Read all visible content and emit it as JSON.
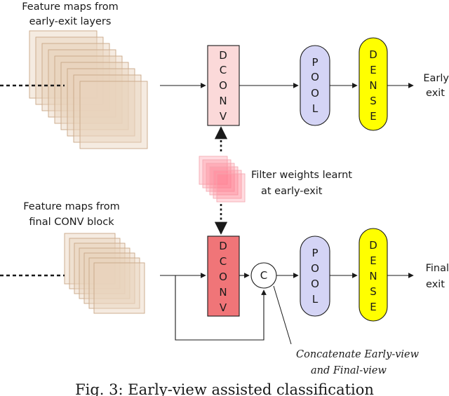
{
  "labels": {
    "early_maps_l1": "Feature maps from",
    "early_maps_l2": "early-exit layers",
    "final_maps_l1": "Feature maps from",
    "final_maps_l2": "final CONV block",
    "filter_l1": "Filter weights learnt",
    "filter_l2": "at early-exit",
    "concat_l1": "Concatenate Early-view",
    "concat_l2": "and Final-view",
    "early_exit_l1": "Early",
    "early_exit_l2": "exit",
    "final_exit_l1": "Final",
    "final_exit_l2": "exit",
    "concat_symbol": "C"
  },
  "blocks": {
    "dconv_letters": [
      "D",
      "C",
      "O",
      "N",
      "V"
    ],
    "pool_letters": [
      "P",
      "O",
      "O",
      "L"
    ],
    "dense_letters": [
      "D",
      "E",
      "N",
      "S",
      "E"
    ]
  },
  "caption": "Fig. 3: Early-view assisted classification"
}
